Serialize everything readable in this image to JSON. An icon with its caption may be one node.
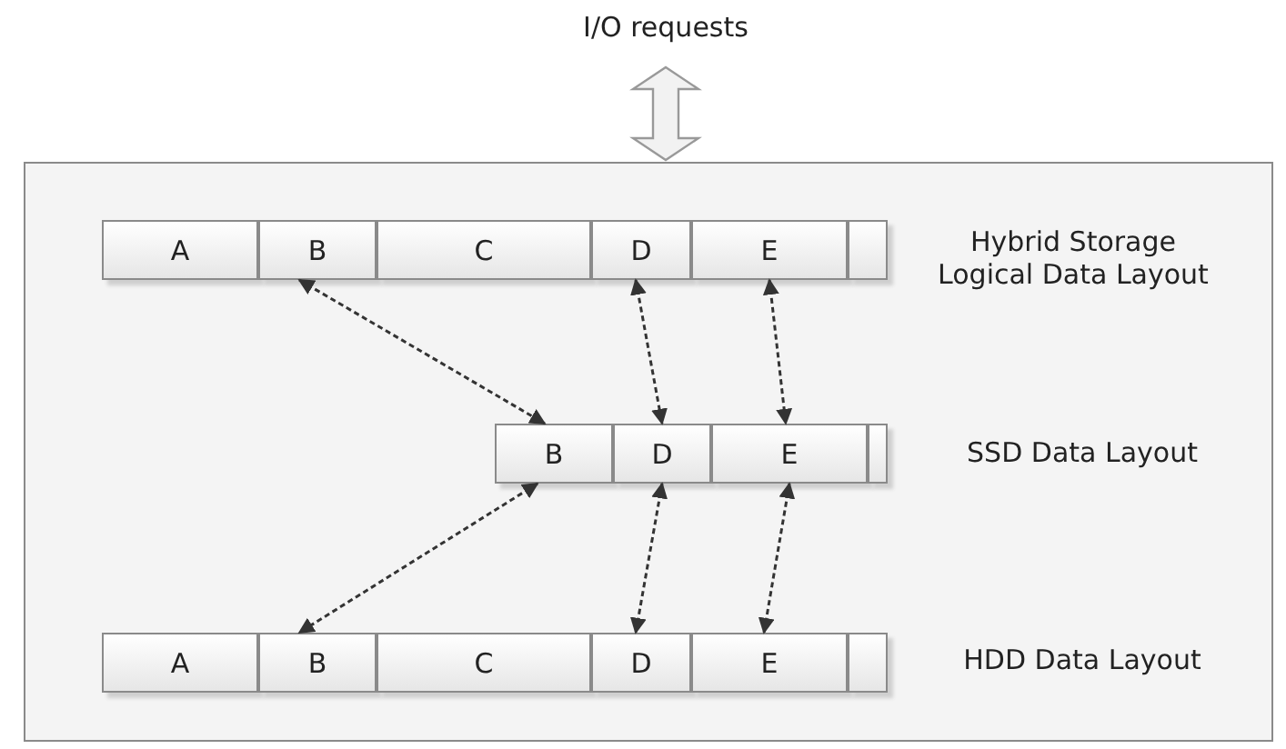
{
  "diagram": {
    "nodes": [
      {
        "text": [
          "I/O requests"
        ]
      },
      {
        "text": [],
        "shape": "box"
      },
      {
        "text": [
          "A"
        ],
        "in": 1
      },
      {
        "text": [
          "B"
        ],
        "in": 1
      },
      {
        "text": [
          "C"
        ],
        "in": 1
      },
      {
        "text": [
          "D"
        ],
        "in": 1
      },
      {
        "text": [
          "E"
        ],
        "in": 1
      },
      {
        "text": [],
        "shape": "box",
        "in": 1
      },
      {
        "text": [
          "B"
        ],
        "in": 1
      },
      {
        "text": [
          "D"
        ],
        "in": 1
      },
      {
        "text": [
          "E"
        ],
        "in": 1
      },
      {
        "text": [],
        "shape": "box",
        "in": 1
      },
      {
        "text": [
          "A"
        ],
        "in": 1
      },
      {
        "text": [
          "B"
        ],
        "in": 1
      },
      {
        "text": [
          "C"
        ],
        "in": 1
      },
      {
        "text": [
          "D"
        ],
        "in": 1
      },
      {
        "text": [
          "E"
        ],
        "in": 1
      },
      {
        "text": [],
        "shape": "box",
        "in": 1
      }
    ],
    "edges": [
      {
        "from": 0,
        "to": 1,
        "arrow": "both",
        "style": "thick"
      },
      {
        "from": 3,
        "to": 8,
        "arrow": "both",
        "style": "dashed"
      },
      {
        "from": 5,
        "to": 9,
        "arrow": "both",
        "style": "dashed"
      },
      {
        "from": 6,
        "to": 10,
        "arrow": "both",
        "style": "dashed"
      },
      {
        "from": 8,
        "to": 13,
        "arrow": "both",
        "style": "dashed"
      },
      {
        "from": 9,
        "to": 15,
        "arrow": "both",
        "style": "dashed"
      },
      {
        "from": 10,
        "to": 16,
        "arrow": "both",
        "style": "dashed"
      }
    ],
    "labels": [
      "Hybrid Storage Logical Data Layout",
      "SSD Data Layout",
      "HDD Data Layout"
    ]
  }
}
